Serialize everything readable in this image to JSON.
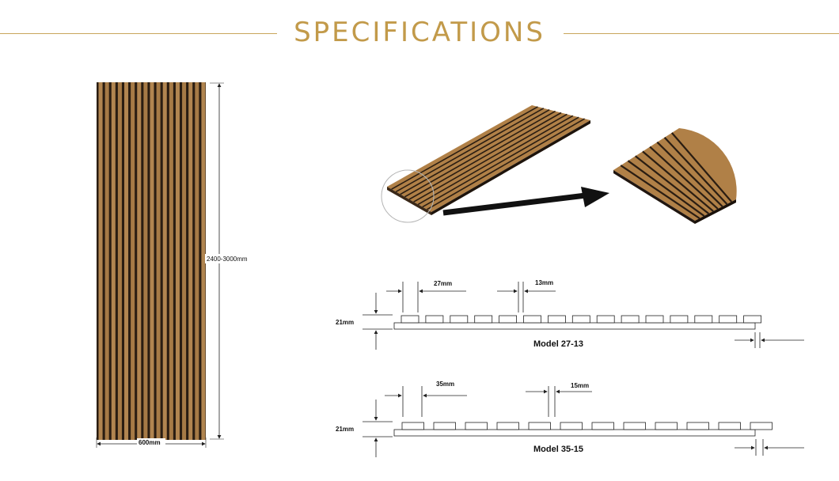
{
  "header": {
    "title": "SPECIFICATIONS"
  },
  "panel_front": {
    "length_label": "2400-3000mm",
    "width_label": "600mm"
  },
  "profiles": [
    {
      "model": "Model 27-13",
      "slat_width": "27mm",
      "gap_width": "13mm",
      "thickness": "21mm",
      "slats": 15
    },
    {
      "model": "Model 35-15",
      "slat_width": "35mm",
      "gap_width": "15mm",
      "thickness": "21mm",
      "slats": 12
    }
  ],
  "colors": {
    "accent": "#c29a4a",
    "wood": "#a87a45",
    "groove": "#2a1d12"
  }
}
